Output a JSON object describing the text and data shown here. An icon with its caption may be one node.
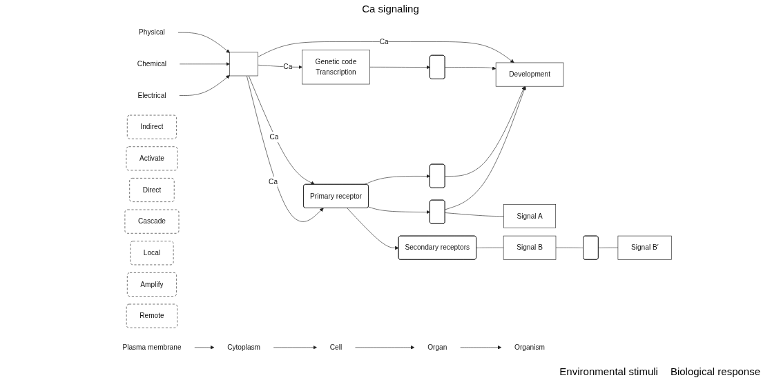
{
  "diagram": {
    "title": "Ca signaling",
    "nodes": [
      {
        "text": [
          "Physical"
        ]
      },
      {
        "text": [
          "Chemical"
        ]
      },
      {
        "text": [
          "Electrical"
        ]
      },
      {
        "text": [],
        "shape": "bar"
      },
      {
        "text": [
          "Indirect"
        ]
      },
      {
        "text": [
          "Genetic code",
          "Transcription"
        ]
      },
      {
        "text": [
          "Activate"
        ]
      },
      {
        "text": [],
        "shape": "box"
      },
      {
        "text": [
          "Development"
        ]
      },
      {
        "text": [
          "Direct"
        ]
      },
      {
        "text": [
          "Primary receptor"
        ]
      },
      {
        "text": [],
        "shape": "box"
      },
      {
        "text": [],
        "shape": "box"
      },
      {
        "text": [
          "Signal A"
        ]
      },
      {
        "text": [
          "Cascade"
        ]
      },
      {
        "text": [
          "Secondary receptors"
        ]
      },
      {
        "text": [
          "Signal B"
        ]
      },
      {
        "text": [
          "Local"
        ]
      },
      {
        "text": [],
        "shape": "box"
      },
      {
        "text": [
          "Amplify"
        ]
      },
      {
        "text": [
          "Signal B′"
        ]
      },
      {
        "text": [
          "Remote"
        ]
      },
      {
        "text": [
          "Plasma membrane"
        ]
      },
      {
        "text": [
          "Cytoplasm"
        ]
      },
      {
        "text": [
          "Cell"
        ]
      },
      {
        "text": [
          "Organ"
        ]
      },
      {
        "text": [
          "Organism"
        ]
      }
    ],
    "edges": [
      {
        "from": 0,
        "to": 3,
        "arrow": "to"
      },
      {
        "from": 1,
        "to": 3,
        "arrow": "to"
      },
      {
        "from": 2,
        "to": 3,
        "arrow": "to"
      },
      {
        "from": 3,
        "to": 5,
        "arrow": "to",
        "label": "Ca"
      },
      {
        "from": 3,
        "to": 8,
        "arrow": "to",
        "label": "Ca"
      },
      {
        "from": 3,
        "to": 10,
        "arrow": "to",
        "label": "Ca"
      },
      {
        "from": 3,
        "to": 10,
        "arrow": "to",
        "label": "Ca"
      },
      {
        "from": 5,
        "to": 7,
        "arrow": "to"
      },
      {
        "from": 7,
        "to": 8,
        "arrow": "to"
      },
      {
        "from": 10,
        "to": 11,
        "arrow": "to"
      },
      {
        "from": 10,
        "to": 12,
        "arrow": "to"
      },
      {
        "from": 10,
        "to": 15,
        "arrow": "to"
      },
      {
        "from": 11,
        "to": 8,
        "arrow": "to"
      },
      {
        "from": 12,
        "to": 8,
        "arrow": "to"
      },
      {
        "from": 12,
        "to": 13,
        "arrow": "none"
      },
      {
        "from": 15,
        "to": 16,
        "arrow": "none"
      },
      {
        "from": 16,
        "to": 18,
        "arrow": "none"
      },
      {
        "from": 18,
        "to": 20,
        "arrow": "none"
      },
      {
        "from": 22,
        "to": 23,
        "arrow": "to"
      },
      {
        "from": 23,
        "to": 24,
        "arrow": "to"
      },
      {
        "from": 24,
        "to": 25,
        "arrow": "to"
      },
      {
        "from": 25,
        "to": 26,
        "arrow": "to"
      }
    ],
    "labels": [
      "Environmental stimuli",
      "Biological response"
    ]
  }
}
